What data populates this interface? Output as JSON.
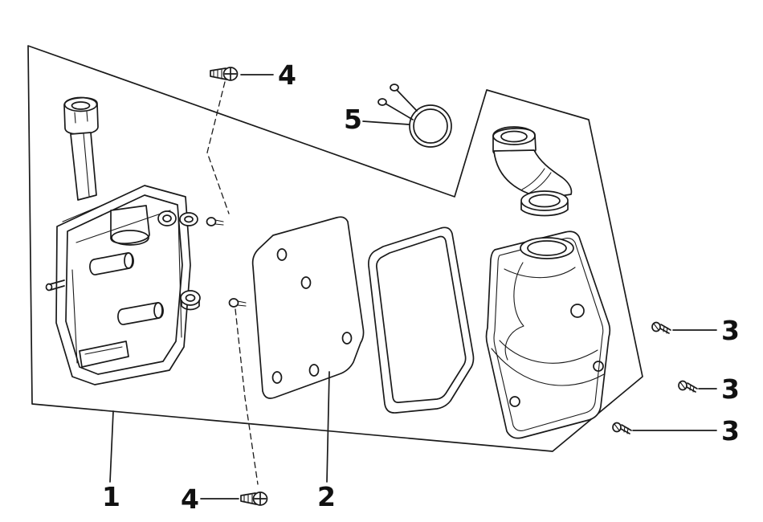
{
  "figure": {
    "background_color": "#ffffff",
    "line_color": "#1a1a1a",
    "callouts": {
      "case": "1",
      "filter_plate": "2",
      "screw_right_top": "3",
      "screw_right_middle": "3",
      "screw_right_bottom": "3",
      "screw_top": "4",
      "screw_bottom": "4",
      "clamp": "5"
    }
  }
}
